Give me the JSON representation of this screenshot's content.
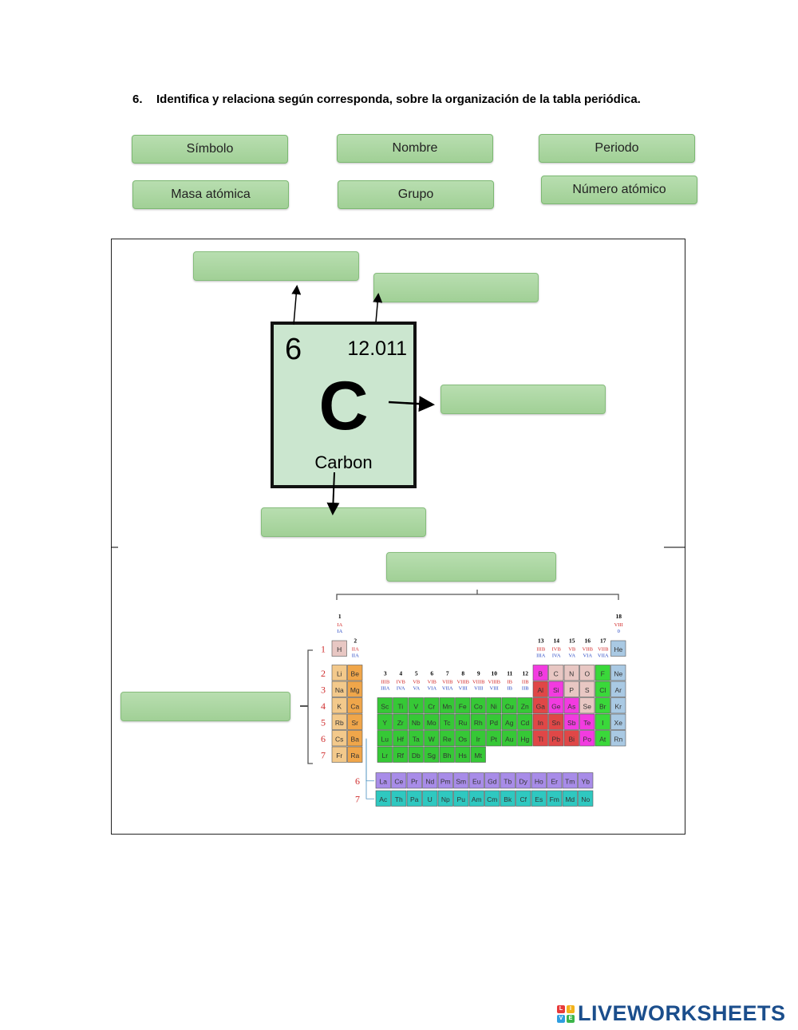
{
  "question": {
    "number": "6.",
    "text": "Identifica y relaciona según corresponda, sobre la organización de la tabla periódica."
  },
  "options": [
    "Símbolo",
    "Nombre",
    "Periodo",
    "Masa atómica",
    "Grupo",
    "Número atómico"
  ],
  "element": {
    "atomic_number": "6",
    "atomic_mass": "12.011",
    "symbol": "C",
    "name": "Carbon"
  },
  "periodic_table": {
    "group_numbers": [
      "1",
      "2",
      "3",
      "4",
      "5",
      "6",
      "7",
      "8",
      "9",
      "10",
      "11",
      "12",
      "13",
      "14",
      "15",
      "16",
      "17",
      "18"
    ],
    "group_roman_red": [
      "IA",
      "IIA",
      "IIIB",
      "IVB",
      "VB",
      "VIB",
      "VIIB",
      "VIIIB",
      "VIIIB",
      "VIIIB",
      "IB",
      "IIB",
      "IIIB",
      "IVB",
      "VB",
      "VIIB",
      "VIIB",
      "VIII"
    ],
    "group_roman_blue": [
      "IA",
      "IIA",
      "IIIA",
      "IVA",
      "VA",
      "VIA",
      "VIIA",
      "VIII",
      "VIII",
      "VIII",
      "IB",
      "IIB",
      "IIIA",
      "IVA",
      "VA",
      "VIA",
      "VIIA",
      "0"
    ],
    "period_labels": [
      "1",
      "2",
      "3",
      "4",
      "5",
      "6",
      "7"
    ],
    "f_period_labels": [
      "6",
      "7"
    ],
    "rows": [
      [
        "H",
        "",
        "",
        "",
        "",
        "",
        "",
        "",
        "",
        "",
        "",
        "",
        "",
        "",
        "",
        "",
        "",
        "He"
      ],
      [
        "Li",
        "Be",
        "",
        "",
        "",
        "",
        "",
        "",
        "",
        "",
        "",
        "",
        "B",
        "C",
        "N",
        "O",
        "F",
        "Ne"
      ],
      [
        "Na",
        "Mg",
        "",
        "",
        "",
        "",
        "",
        "",
        "",
        "",
        "",
        "",
        "Al",
        "Si",
        "P",
        "S",
        "Cl",
        "Ar"
      ],
      [
        "K",
        "Ca",
        "Sc",
        "Ti",
        "V",
        "Cr",
        "Mn",
        "Fe",
        "Co",
        "Ni",
        "Cu",
        "Zn",
        "Ga",
        "Ge",
        "As",
        "Se",
        "Br",
        "Kr"
      ],
      [
        "Rb",
        "Sr",
        "Y",
        "Zr",
        "Nb",
        "Mo",
        "Tc",
        "Ru",
        "Rh",
        "Pd",
        "Ag",
        "Cd",
        "In",
        "Sn",
        "Sb",
        "Te",
        "I",
        "Xe"
      ],
      [
        "Cs",
        "Ba",
        "Lu",
        "Hf",
        "Ta",
        "W",
        "Re",
        "Os",
        "Ir",
        "Pt",
        "Au",
        "Hg",
        "Tl",
        "Pb",
        "Bi",
        "Po",
        "At",
        "Rn"
      ],
      [
        "Fr",
        "Ra",
        "Lr",
        "Rf",
        "Db",
        "Sg",
        "Bh",
        "Hs",
        "Mt",
        "",
        "",
        "",
        "",
        "",
        "",
        "",
        "",
        ""
      ]
    ],
    "lanthanides": [
      "La",
      "Ce",
      "Pr",
      "Nd",
      "Pm",
      "Sm",
      "Eu",
      "Gd",
      "Tb",
      "Dy",
      "Ho",
      "Er",
      "Tm",
      "Yb"
    ],
    "actinides": [
      "Ac",
      "Th",
      "Pa",
      "U",
      "Np",
      "Pu",
      "Am",
      "Cm",
      "Bk",
      "Cf",
      "Es",
      "Fm",
      "Md",
      "No"
    ],
    "colors": {
      "alkali": "#f3c98b",
      "alkaline": "#f0a64a",
      "transition": "#36c836",
      "metal_post": "#e04747",
      "metalloid": "#f23be0",
      "nonmetal": "#e8c7c3",
      "halogen": "#3ad83a",
      "noble": "#a9c9e3",
      "lanthanide": "#a88ce8",
      "actinide": "#2fc8c0"
    }
  },
  "brand": {
    "name": "LIVEWORKSHEETS"
  }
}
